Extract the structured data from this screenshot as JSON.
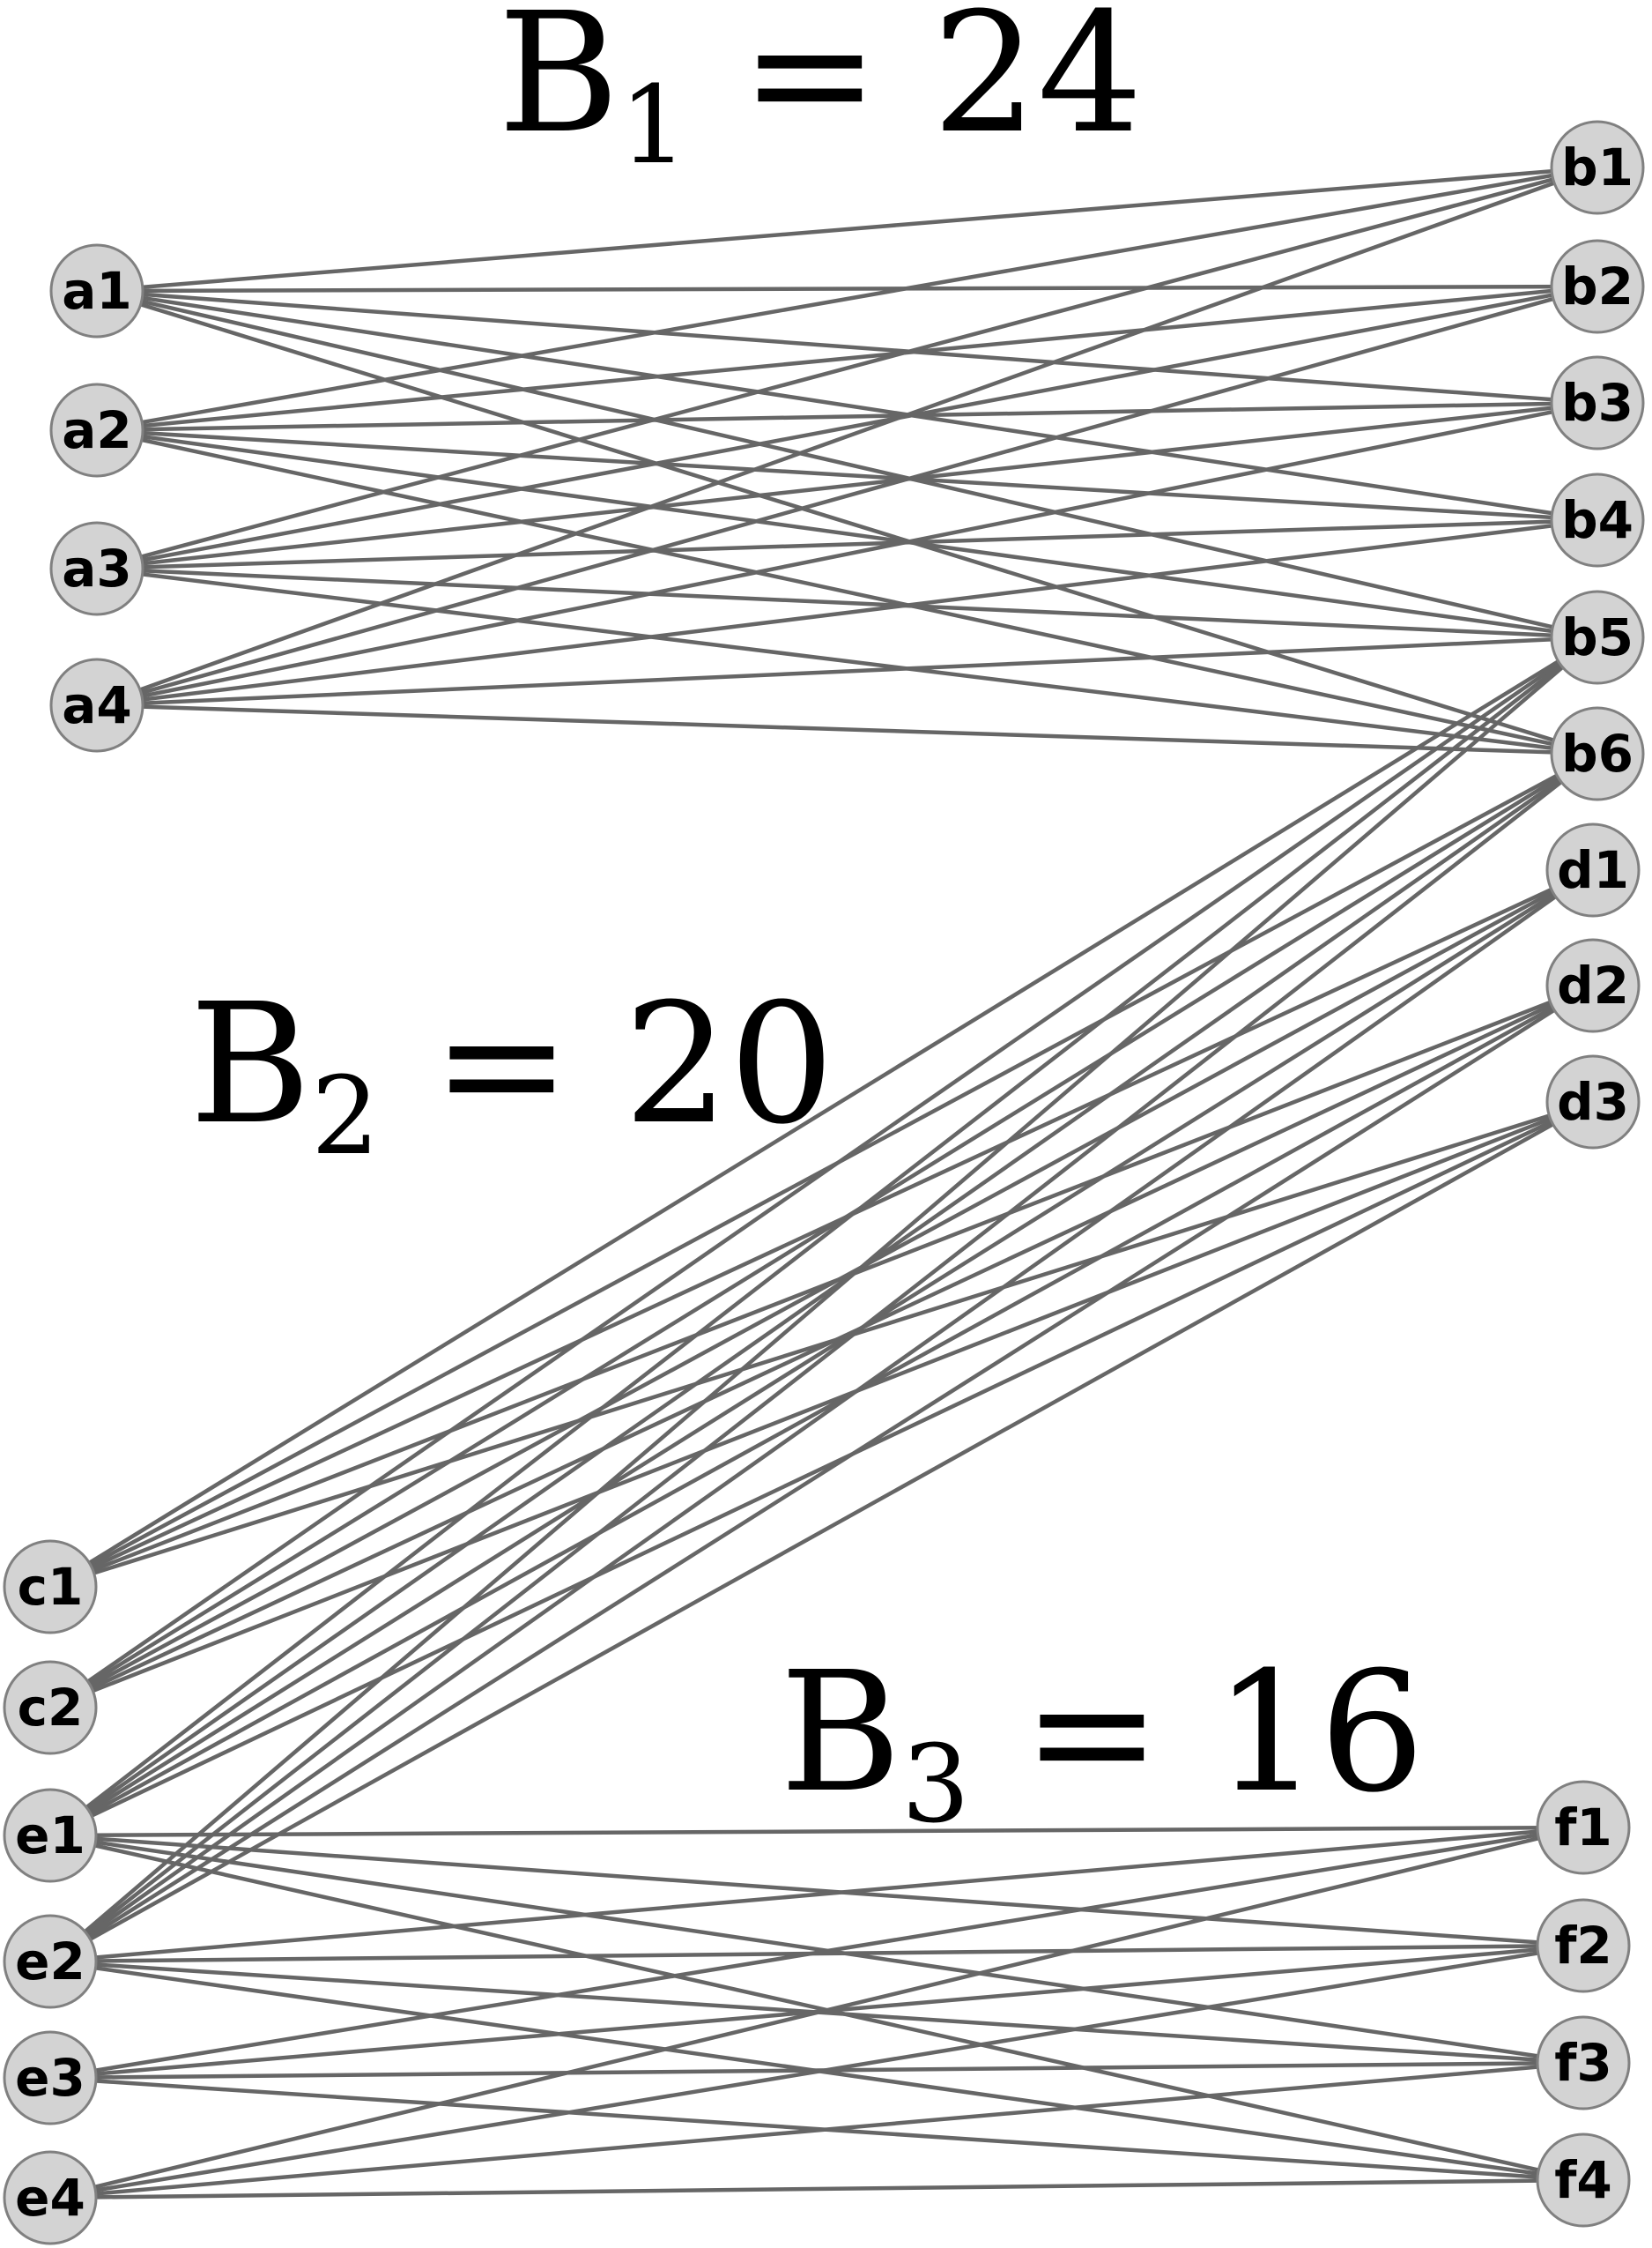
{
  "block_labels": [
    {
      "id": "B1",
      "base": "B",
      "subscript": "1",
      "rest": " = 24"
    },
    {
      "id": "B2",
      "base": "B",
      "subscript": "2",
      "rest": " = 20"
    },
    {
      "id": "B3",
      "base": "B",
      "subscript": "3",
      "rest": " = 16"
    }
  ],
  "nodes": [
    {
      "id": "a1",
      "label": "a1"
    },
    {
      "id": "a2",
      "label": "a2"
    },
    {
      "id": "a3",
      "label": "a3"
    },
    {
      "id": "a4",
      "label": "a4"
    },
    {
      "id": "b1",
      "label": "b1"
    },
    {
      "id": "b2",
      "label": "b2"
    },
    {
      "id": "b3",
      "label": "b3"
    },
    {
      "id": "b4",
      "label": "b4"
    },
    {
      "id": "b5",
      "label": "b5"
    },
    {
      "id": "b6",
      "label": "b6"
    },
    {
      "id": "c1",
      "label": "c1"
    },
    {
      "id": "c2",
      "label": "c2"
    },
    {
      "id": "d1",
      "label": "d1"
    },
    {
      "id": "d2",
      "label": "d2"
    },
    {
      "id": "d3",
      "label": "d3"
    },
    {
      "id": "e1",
      "label": "e1"
    },
    {
      "id": "e2",
      "label": "e2"
    },
    {
      "id": "e3",
      "label": "e3"
    },
    {
      "id": "e4",
      "label": "e4"
    },
    {
      "id": "f1",
      "label": "f1"
    },
    {
      "id": "f2",
      "label": "f2"
    },
    {
      "id": "f3",
      "label": "f3"
    },
    {
      "id": "f4",
      "label": "f4"
    }
  ],
  "blocks": [
    {
      "id": "B1",
      "left": [
        "a1",
        "a2",
        "a3",
        "a4"
      ],
      "right": [
        "b1",
        "b2",
        "b3",
        "b4",
        "b5",
        "b6"
      ]
    },
    {
      "id": "B2",
      "left": [
        "c1",
        "c2",
        "e1",
        "e2"
      ],
      "right": [
        "b5",
        "b6",
        "d1",
        "d2",
        "d3"
      ]
    },
    {
      "id": "B3",
      "left": [
        "e1",
        "e2",
        "e3",
        "e4"
      ],
      "right": [
        "f1",
        "f2",
        "f3",
        "f4"
      ]
    }
  ],
  "colors": {
    "edge": "#666666",
    "node_fill": "#d3d3d3",
    "node_stroke": "#808080",
    "text": "#000000"
  }
}
